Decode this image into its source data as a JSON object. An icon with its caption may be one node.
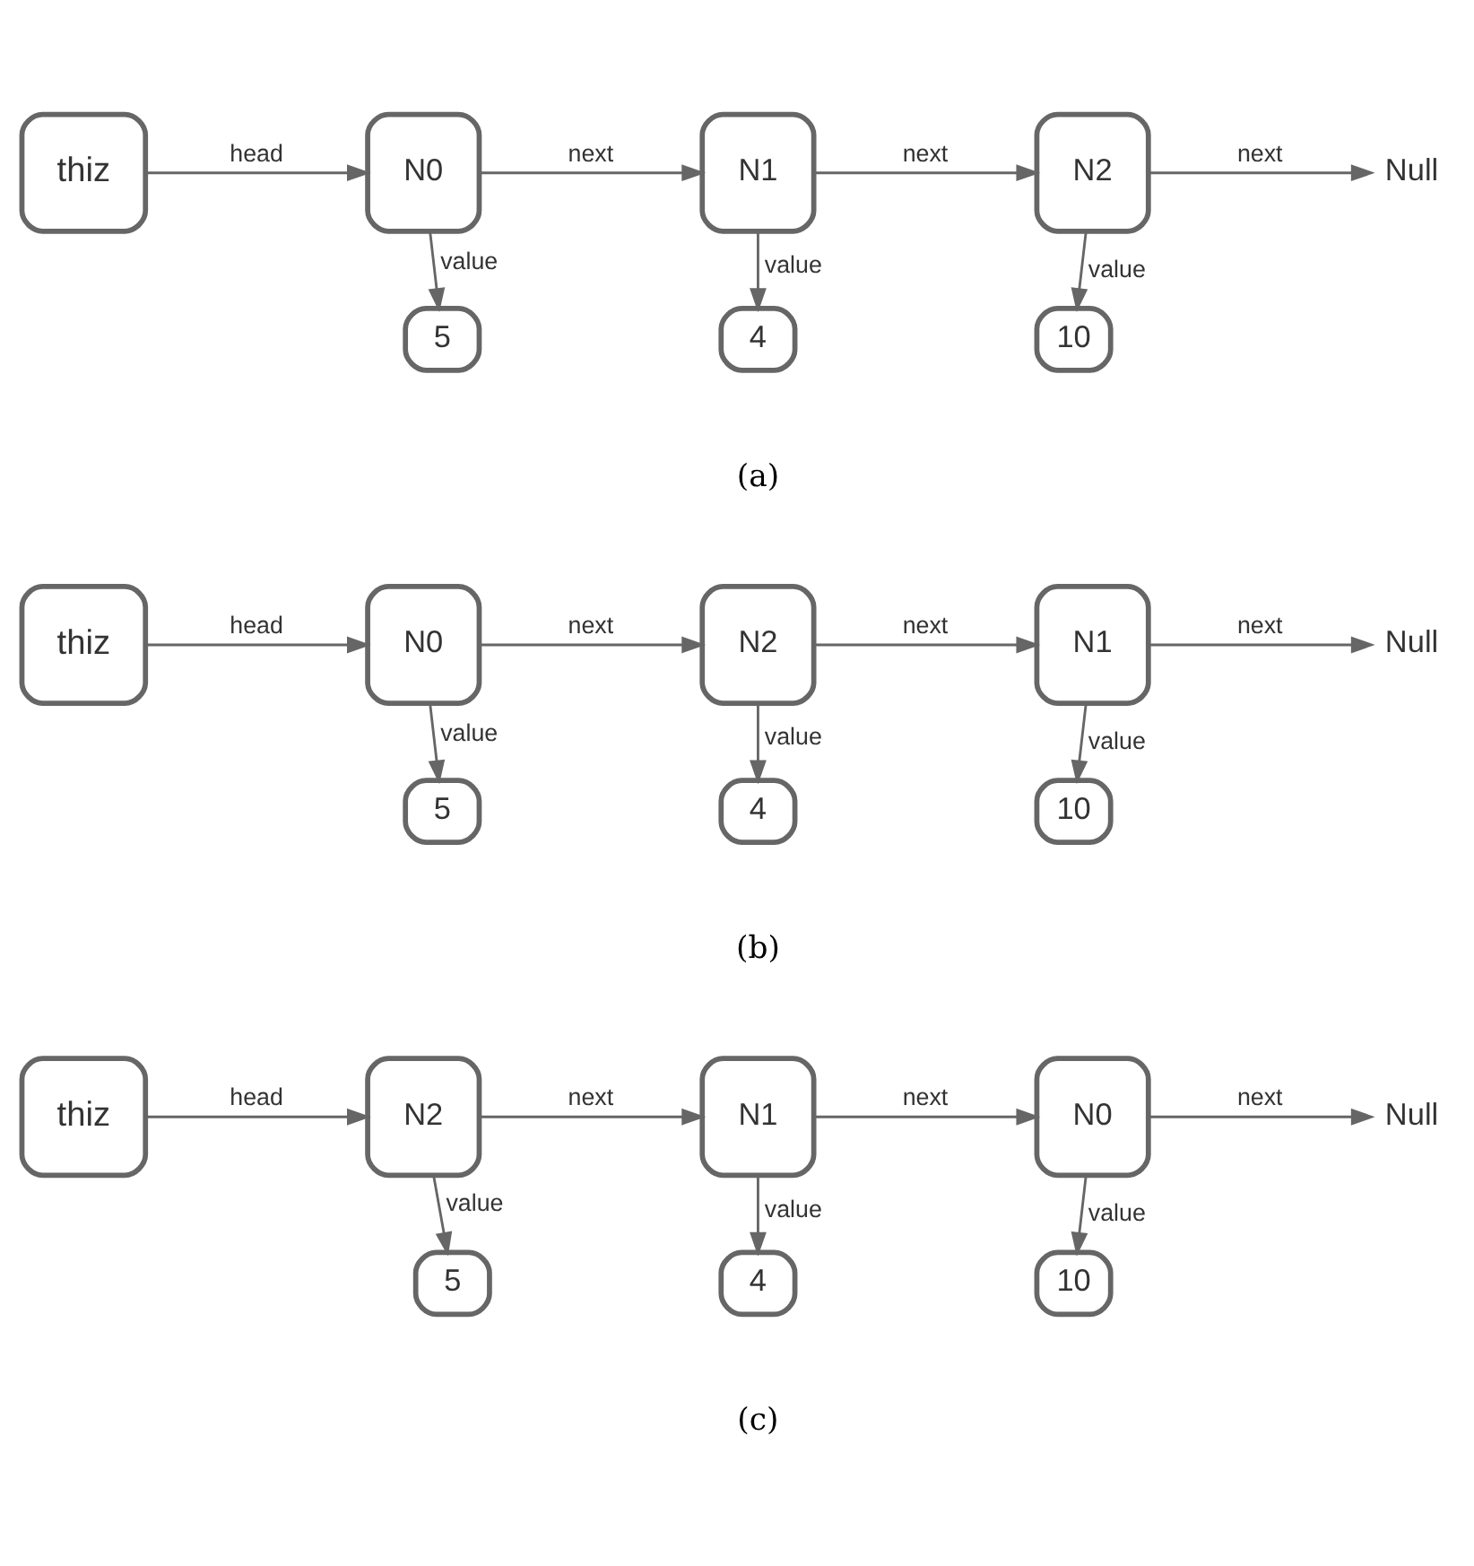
{
  "diagram": {
    "nodes": [
      {
        "text": [
          "thiz"
        ]
      },
      {
        "text": [
          "N0"
        ]
      },
      {
        "text": [
          "N1"
        ]
      },
      {
        "text": [
          "N2"
        ]
      },
      {
        "text": [
          "Null"
        ]
      },
      {
        "text": [
          "5"
        ]
      },
      {
        "text": [
          "4"
        ]
      },
      {
        "text": [
          "10"
        ]
      },
      {
        "text": [
          "thiz"
        ]
      },
      {
        "text": [
          "N0"
        ]
      },
      {
        "text": [
          "N2"
        ]
      },
      {
        "text": [
          "N1"
        ]
      },
      {
        "text": [
          "Null"
        ]
      },
      {
        "text": [
          "5"
        ]
      },
      {
        "text": [
          "4"
        ]
      },
      {
        "text": [
          "10"
        ]
      },
      {
        "text": [
          "thiz"
        ]
      },
      {
        "text": [
          "N2"
        ]
      },
      {
        "text": [
          "N1"
        ]
      },
      {
        "text": [
          "N0"
        ]
      },
      {
        "text": [
          "Null"
        ]
      },
      {
        "text": [
          "5"
        ]
      },
      {
        "text": [
          "4"
        ]
      },
      {
        "text": [
          "10"
        ]
      }
    ],
    "edges": [
      {
        "from": 0,
        "to": 1,
        "arrow": "to",
        "label": "head"
      },
      {
        "from": 1,
        "to": 2,
        "arrow": "to",
        "label": "next"
      },
      {
        "from": 2,
        "to": 3,
        "arrow": "to",
        "label": "next"
      },
      {
        "from": 3,
        "to": 4,
        "arrow": "to",
        "label": "next"
      },
      {
        "from": 1,
        "to": 5,
        "arrow": "to",
        "label": "value"
      },
      {
        "from": 2,
        "to": 6,
        "arrow": "to",
        "label": "value"
      },
      {
        "from": 3,
        "to": 7,
        "arrow": "to",
        "label": "value"
      },
      {
        "from": 8,
        "to": 9,
        "arrow": "to",
        "label": "head"
      },
      {
        "from": 9,
        "to": 10,
        "arrow": "to",
        "label": "next"
      },
      {
        "from": 10,
        "to": 11,
        "arrow": "to",
        "label": "next"
      },
      {
        "from": 11,
        "to": 12,
        "arrow": "to",
        "label": "next"
      },
      {
        "from": 9,
        "to": 13,
        "arrow": "to",
        "label": "value"
      },
      {
        "from": 10,
        "to": 14,
        "arrow": "to",
        "label": "value"
      },
      {
        "from": 11,
        "to": 15,
        "arrow": "to",
        "label": "value"
      },
      {
        "from": 16,
        "to": 17,
        "arrow": "to",
        "label": "head"
      },
      {
        "from": 17,
        "to": 18,
        "arrow": "to",
        "label": "next"
      },
      {
        "from": 18,
        "to": 19,
        "arrow": "to",
        "label": "next"
      },
      {
        "from": 19,
        "to": 20,
        "arrow": "to",
        "label": "next"
      },
      {
        "from": 17,
        "to": 21,
        "arrow": "to",
        "label": "value"
      },
      {
        "from": 18,
        "to": 22,
        "arrow": "to",
        "label": "value"
      },
      {
        "from": 19,
        "to": 23,
        "arrow": "to",
        "label": "value"
      }
    ],
    "labels": [
      "(a)",
      "(b)",
      "(c)"
    ]
  }
}
